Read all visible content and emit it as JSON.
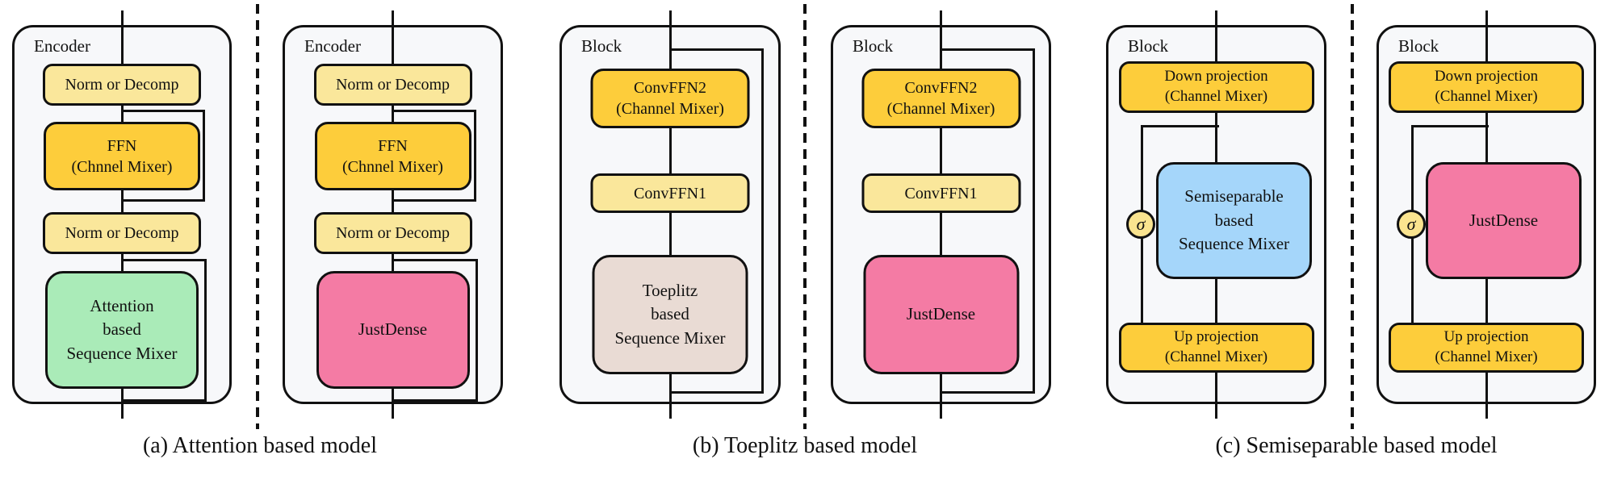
{
  "figure": {
    "captions": {
      "a": "(a) Attention based model",
      "b": "(b) Toeplitz based model",
      "c": "(c) Semiseparable based model"
    }
  },
  "colors": {
    "ink": "#111111",
    "panel_bg": "#F7F8FA",
    "light_yellow": "#FAE79B",
    "gold": "#FDCD3B",
    "green": "#AAEBB8",
    "pink": "#F47BA4",
    "beige": "#E9DBD4",
    "blue": "#A5D6FA",
    "sigma_fill": "#FAE48F"
  },
  "panels": [
    {
      "container_label": "Encoder",
      "norm_top": "Norm or Decomp",
      "ffn": "FFN\n(Chnnel Mixer)",
      "norm_bottom": "Norm or Decomp",
      "mixer": "Attention\nbased\nSequence Mixer",
      "mixer_color": "#AAEBB8"
    },
    {
      "container_label": "Encoder",
      "norm_top": "Norm or Decomp",
      "ffn": "FFN\n(Chnnel Mixer)",
      "norm_bottom": "Norm or Decomp",
      "mixer": "JustDense",
      "mixer_color": "#F47BA4"
    },
    {
      "container_label": "Block",
      "convffn2": "ConvFFN2\n(Channel Mixer)",
      "convffn1": "ConvFFN1",
      "mixer": "Toeplitz\nbased\nSequence Mixer",
      "mixer_color": "#E9DBD4"
    },
    {
      "container_label": "Block",
      "convffn2": "ConvFFN2\n(Channel Mixer)",
      "convffn1": "ConvFFN1",
      "mixer": "JustDense",
      "mixer_color": "#F47BA4"
    },
    {
      "container_label": "Block",
      "down_projection": "Down projection\n(Channel Mixer)",
      "mixer": "Semiseparable\nbased\nSequence Mixer",
      "mixer_color": "#A5D6FA",
      "up_projection": "Up projection\n(Channel Mixer)",
      "sigma": "σ"
    },
    {
      "container_label": "Block",
      "down_projection": "Down projection\n(Channel Mixer)",
      "mixer": "JustDense",
      "mixer_color": "#F47BA4",
      "up_projection": "Up projection\n(Channel Mixer)",
      "sigma": "σ"
    }
  ]
}
